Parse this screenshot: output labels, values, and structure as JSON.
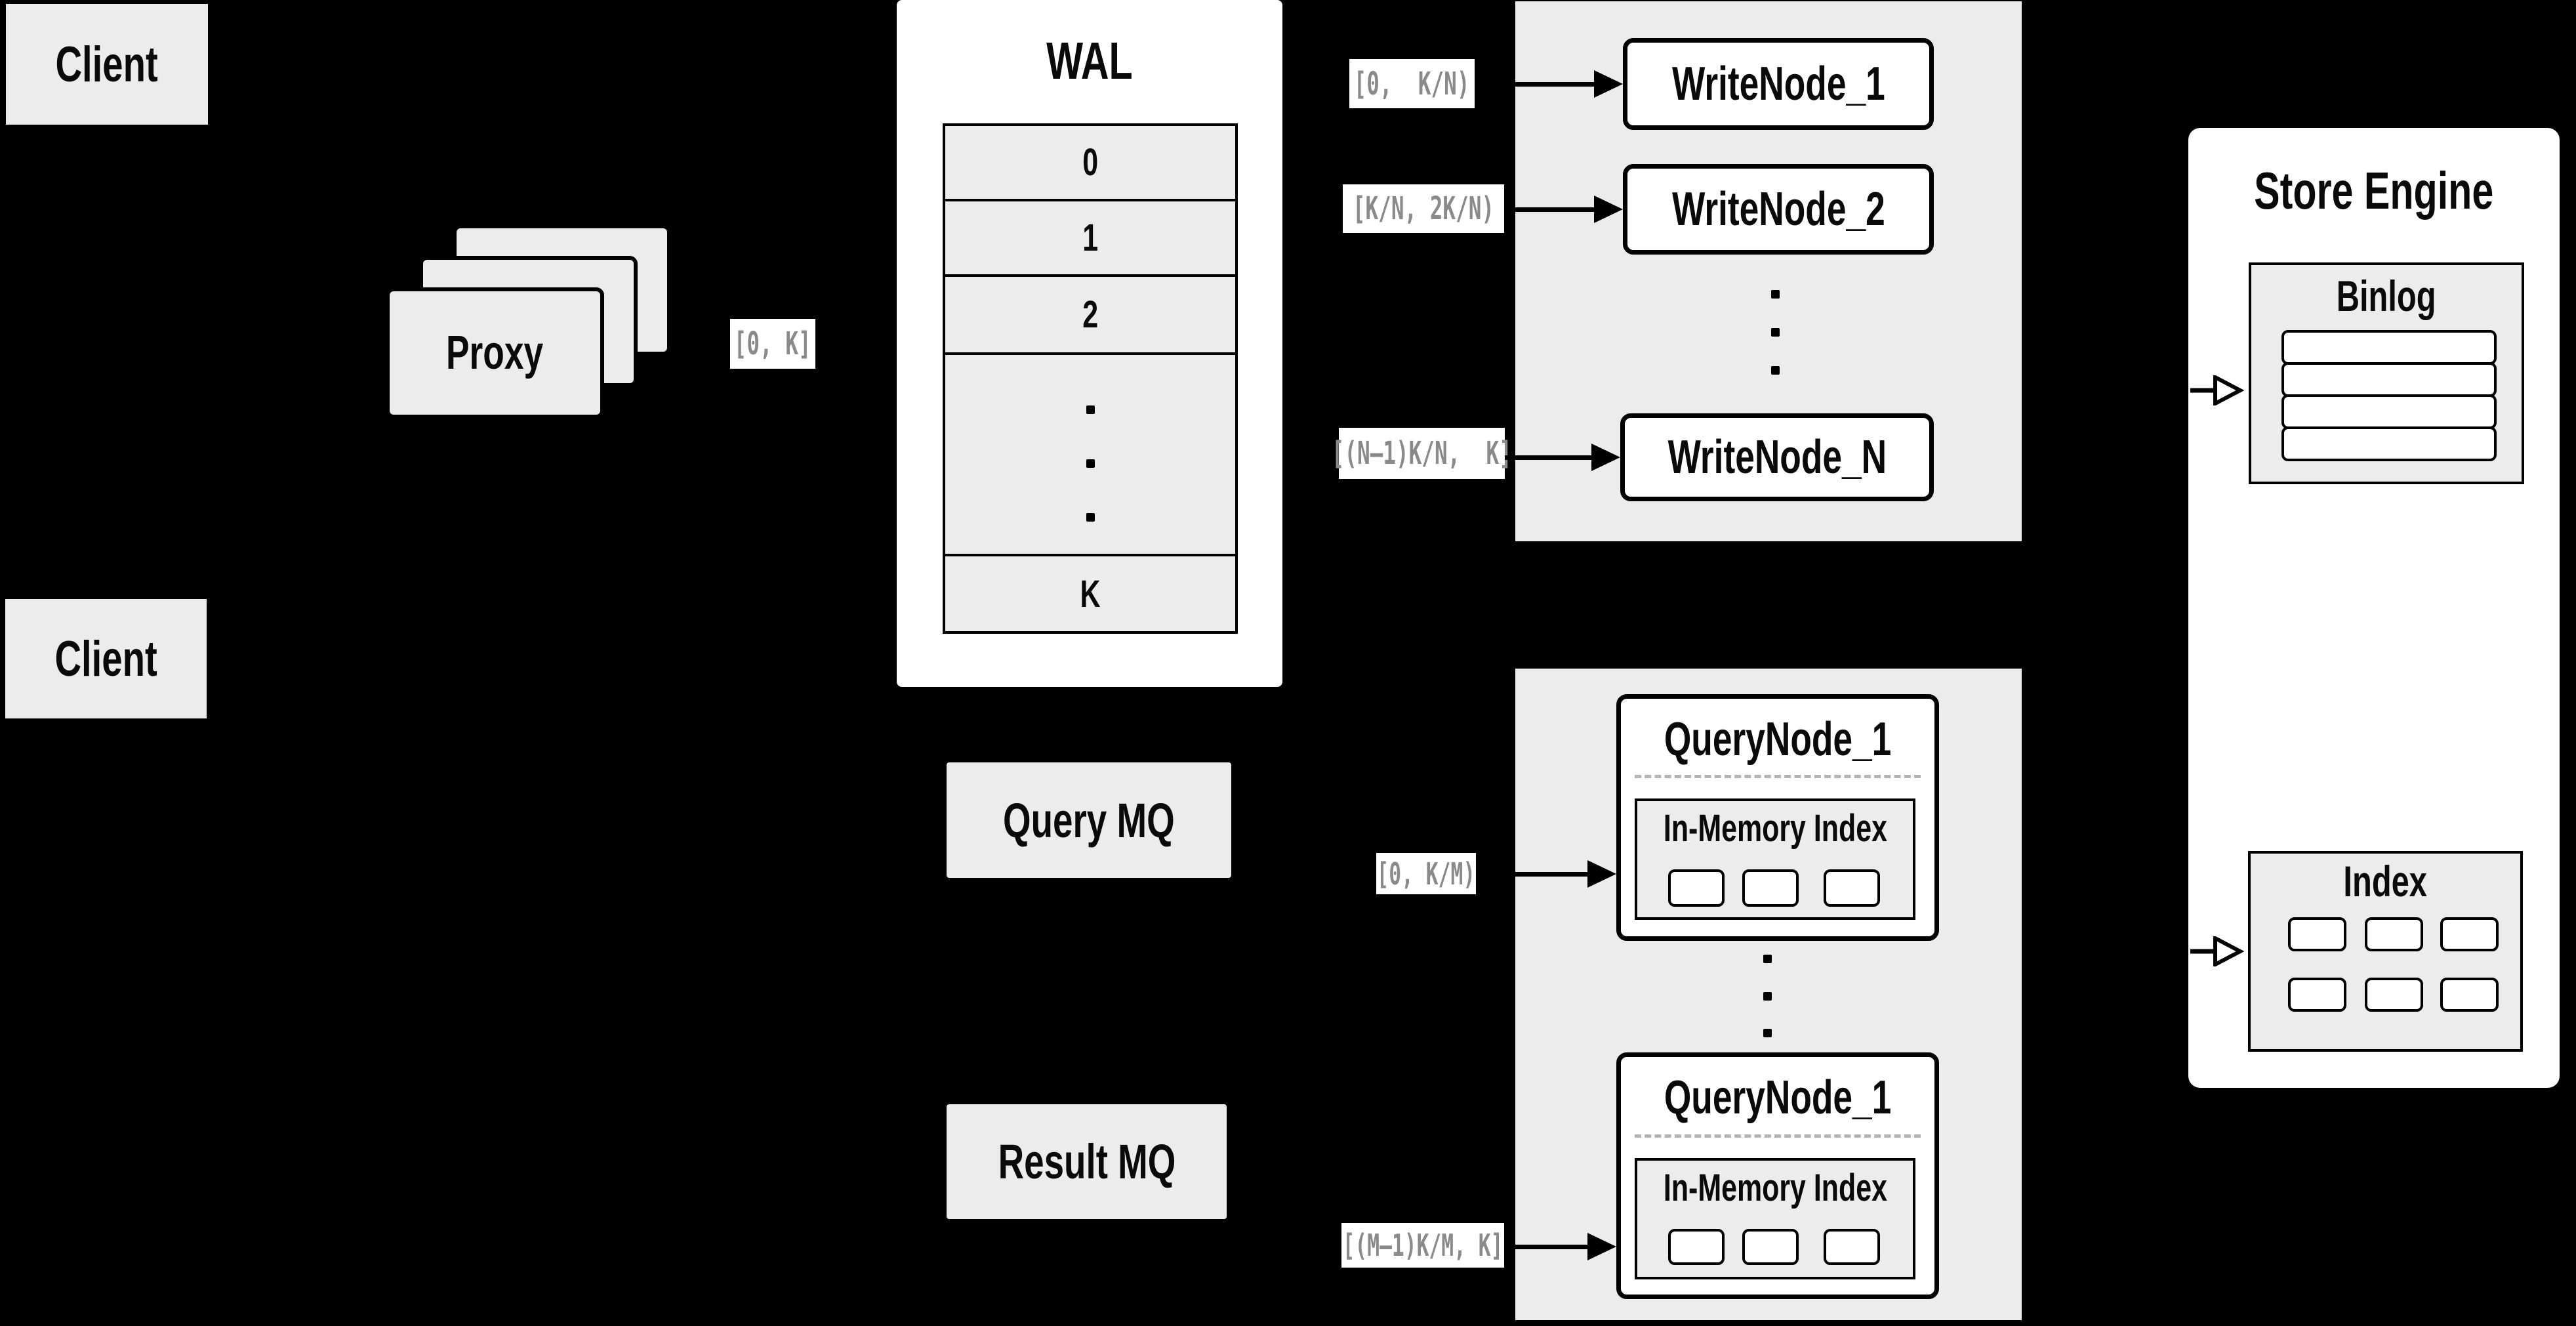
{
  "colors": {
    "background": "#000000",
    "panel_fill": "#ececec",
    "node_fill": "#ffffff",
    "line": "#000000",
    "range_text": "#8a8a8a",
    "dashed_divider": "#b3b3b3"
  },
  "clients": {
    "top": "Client",
    "bottom": "Client"
  },
  "proxy": {
    "label": "Proxy",
    "range_out": "[0, K]"
  },
  "wal": {
    "title": "WAL",
    "rows": [
      "0",
      "1",
      "2"
    ],
    "last_row": "K"
  },
  "write_section": {
    "nodes": [
      {
        "label": "WriteNode_1",
        "range": "[0,  K/N)"
      },
      {
        "label": "WriteNode_2",
        "range": "[K/N, 2K/N)"
      },
      {
        "label": "WriteNode_N",
        "range": "[(N–1)K/N,  K]"
      }
    ]
  },
  "store_engine": {
    "title": "Store Engine",
    "binlog_title": "Binlog",
    "index_title": "Index"
  },
  "query_section": {
    "query_mq": "Query MQ",
    "result_mq": "Result MQ",
    "nodes": [
      {
        "title": "QueryNode_1",
        "inner": "In-Memory Index",
        "range": "[0, K/M)"
      },
      {
        "title": "QueryNode_1",
        "inner": "In-Memory Index",
        "range": "[(M–1)K/M, K]"
      }
    ]
  }
}
